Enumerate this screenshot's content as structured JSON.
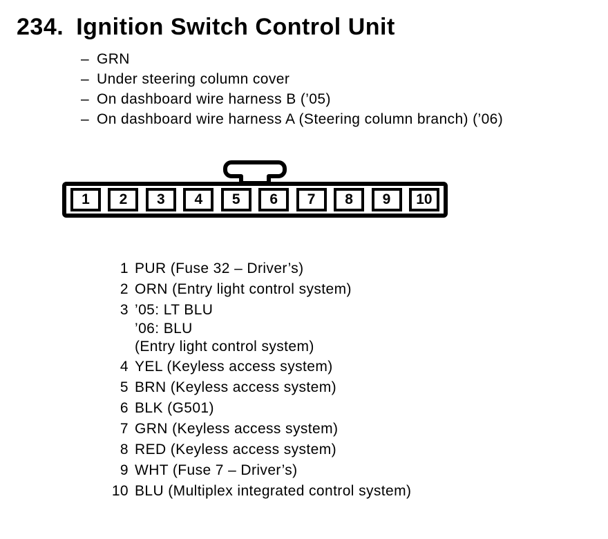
{
  "colors": {
    "ink": "#000000",
    "paper": "#ffffff"
  },
  "header": {
    "section_number": "234.",
    "title": "Ignition Switch Control Unit",
    "bullet_prefix": "–",
    "bullets": [
      "GRN",
      "Under steering column cover",
      "On dashboard wire harness B (’05)",
      "On dashboard wire harness A (Steering column branch) (’06)"
    ]
  },
  "connector": {
    "pins": [
      "1",
      "2",
      "3",
      "4",
      "5",
      "6",
      "7",
      "8",
      "9",
      "10"
    ]
  },
  "pinout": {
    "rows": [
      {
        "pin": "1",
        "lines": [
          "PUR (Fuse 32 – Driver’s)"
        ]
      },
      {
        "pin": "2",
        "lines": [
          "ORN (Entry light control system)"
        ]
      },
      {
        "pin": "3",
        "lines": [
          "’05: LT BLU",
          "’06: BLU",
          "(Entry light control system)"
        ]
      },
      {
        "pin": "4",
        "lines": [
          "YEL (Keyless access system)"
        ]
      },
      {
        "pin": "5",
        "lines": [
          "BRN (Keyless access system)"
        ]
      },
      {
        "pin": "6",
        "lines": [
          "BLK (G501)"
        ]
      },
      {
        "pin": "7",
        "lines": [
          "GRN (Keyless access system)"
        ]
      },
      {
        "pin": "8",
        "lines": [
          "RED (Keyless access system)"
        ]
      },
      {
        "pin": "9",
        "lines": [
          "WHT (Fuse 7 – Driver’s)"
        ]
      },
      {
        "pin": "10",
        "lines": [
          "BLU (Multiplex integrated control system)"
        ]
      }
    ]
  }
}
